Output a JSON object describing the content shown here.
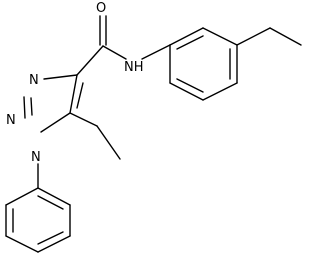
{
  "molecule": {
    "atoms": {
      "O": "O",
      "NH": "NH",
      "N1": "N",
      "N2": "N",
      "N3": "N"
    },
    "colors": {
      "bond": "#000000",
      "background": "#ffffff"
    }
  }
}
